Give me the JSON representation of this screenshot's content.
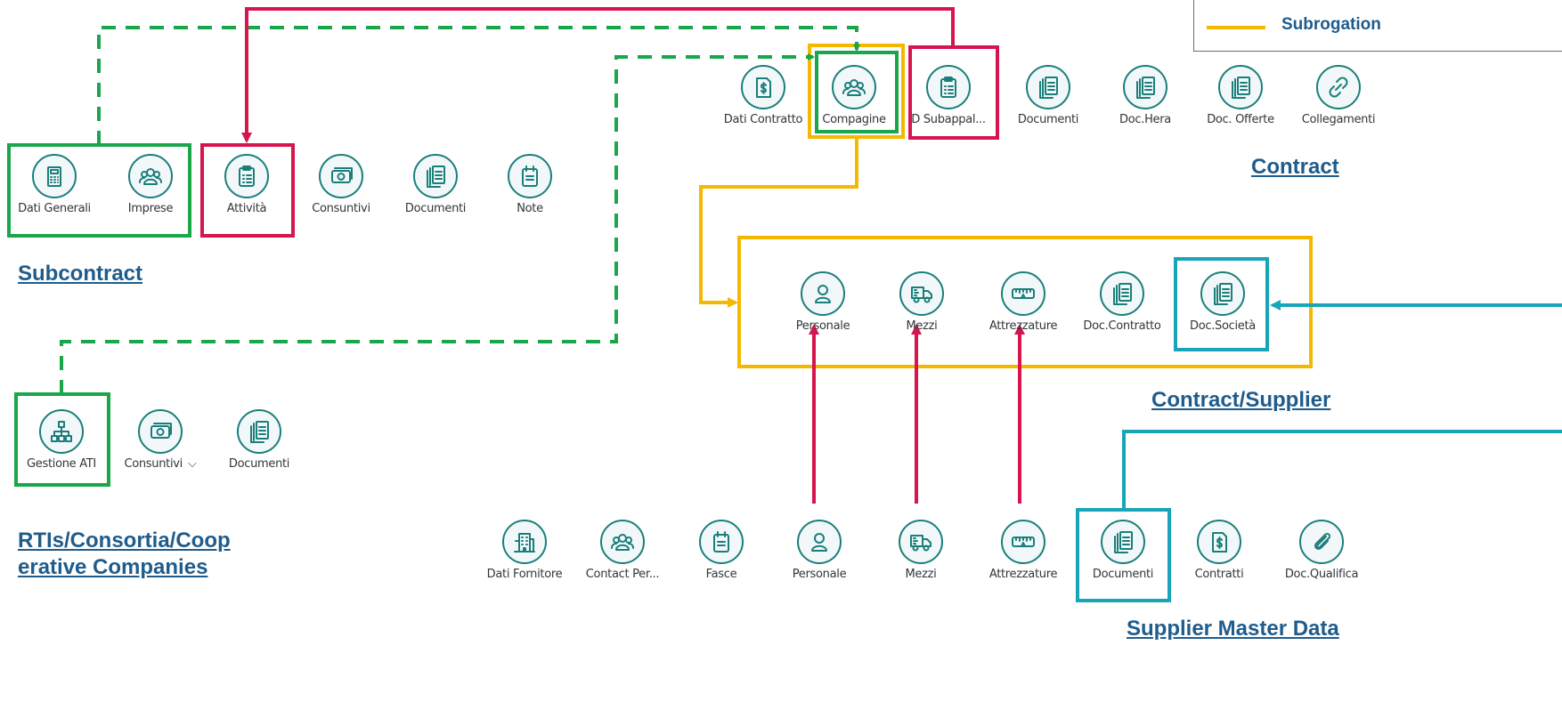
{
  "colors": {
    "green": "#1aa64a",
    "red": "#d6154f",
    "yellow": "#f5b800",
    "teal": "#19a5b8",
    "link": "#1f5c8c",
    "icon": "#1a7f7a"
  },
  "legend": {
    "label": "Subrogation"
  },
  "sections": {
    "contract": "Contract",
    "subcontract": "Subcontract",
    "contract_supplier": "Contract/Supplier",
    "rti": "RTIs/Consortia/Coop erative Companies",
    "supplier_master": "Supplier Master Data"
  },
  "contract_tiles": [
    {
      "label": "Dati Contratto",
      "icon": "document-dollar-icon"
    },
    {
      "label": "Compagine",
      "icon": "group-icon"
    },
    {
      "label": "D Subappal...",
      "icon": "clipboard-list-icon"
    },
    {
      "label": "Documenti",
      "icon": "documents-icon"
    },
    {
      "label": "Doc.Hera",
      "icon": "documents-icon"
    },
    {
      "label": "Doc. Offerte",
      "icon": "documents-icon"
    },
    {
      "label": "Collegamenti",
      "icon": "link-icon"
    }
  ],
  "subcontract_tiles": [
    {
      "label": "Dati Generali",
      "icon": "calculator-icon"
    },
    {
      "label": "Imprese",
      "icon": "group-icon"
    },
    {
      "label": "Attività",
      "icon": "clipboard-list-icon"
    },
    {
      "label": "Consuntivi",
      "icon": "money-icon"
    },
    {
      "label": "Documenti",
      "icon": "documents-icon"
    },
    {
      "label": "Note",
      "icon": "notepad-icon"
    }
  ],
  "contract_supplier_tiles": [
    {
      "label": "Personale",
      "icon": "person-icon"
    },
    {
      "label": "Mezzi",
      "icon": "truck-icon"
    },
    {
      "label": "Attrezzature",
      "icon": "measure-icon"
    },
    {
      "label": "Doc.Contratto",
      "icon": "documents-icon"
    },
    {
      "label": "Doc.Società",
      "icon": "documents-icon"
    }
  ],
  "rti_tiles": [
    {
      "label": "Gestione ATI",
      "icon": "hierarchy-icon"
    },
    {
      "label": "Consuntivi",
      "icon": "money-icon",
      "dropdown": "⌵"
    },
    {
      "label": "Documenti",
      "icon": "documents-icon"
    }
  ],
  "supplier_tiles": [
    {
      "label": "Dati Fornitore",
      "icon": "building-icon"
    },
    {
      "label": "Contact Per...",
      "icon": "group-icon"
    },
    {
      "label": "Fasce",
      "icon": "notepad-icon"
    },
    {
      "label": "Personale",
      "icon": "person-icon"
    },
    {
      "label": "Mezzi",
      "icon": "truck-icon"
    },
    {
      "label": "Attrezzature",
      "icon": "measure-icon"
    },
    {
      "label": "Documenti",
      "icon": "documents-icon"
    },
    {
      "label": "Contratti",
      "icon": "document-dollar-icon"
    },
    {
      "label": "Doc.Qualifica",
      "icon": "attachment-icon"
    }
  ]
}
